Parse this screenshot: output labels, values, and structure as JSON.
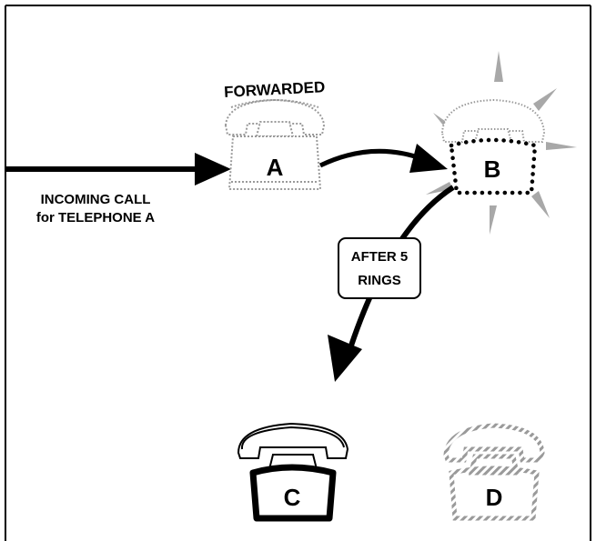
{
  "phones": {
    "a": {
      "letter": "A",
      "tag": "FORWARDED"
    },
    "b": {
      "letter": "B"
    },
    "c": {
      "letter": "C"
    },
    "d": {
      "letter": "D"
    }
  },
  "incoming": {
    "line1": "INCOMING CALL",
    "line2": "for TELEPHONE A"
  },
  "rings_box": {
    "line1": "AFTER 5",
    "line2": "RINGS"
  },
  "colors": {
    "ink": "#000000",
    "faded": "#9a9a9a",
    "flash": "#a8a8a8"
  }
}
